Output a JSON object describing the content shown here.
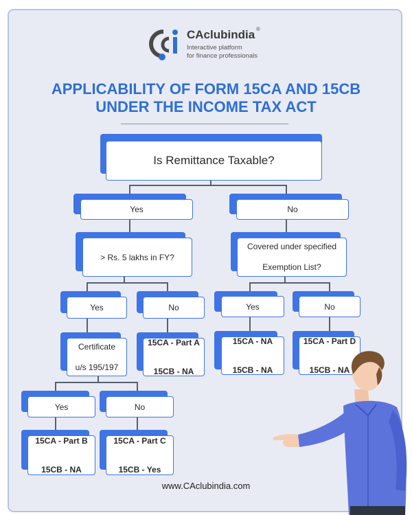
{
  "brand": {
    "name": "CAclubindia",
    "registered": "®",
    "tagline_line1": "Interactive platform",
    "tagline_line2": "for finance professionals",
    "colors": {
      "accent": "#2e6fd3",
      "node_border": "#3f74e4",
      "logo_gray": "#4a4a4a"
    }
  },
  "title": {
    "line1": "APPLICABILITY OF FORM 15CA AND 15CB",
    "line2": "UNDER THE INCOME TAX ACT"
  },
  "nodes": {
    "root": "Is Remittance Taxable?",
    "yes": "Yes",
    "no": "No",
    "lakhs": "> Rs. 5 lakhs in FY?",
    "exemption_line1": "Covered under specified",
    "exemption_line2": "Exemption List?",
    "lakhs_yes": "Yes",
    "lakhs_no": "No",
    "exempt_yes": "Yes",
    "exempt_no": "No",
    "certificate_line1": "Certificate",
    "certificate_line2": "u/s 195/197",
    "result_a_1": "15CA - Part A",
    "result_a_2": "15CB - NA",
    "result_na_1": "15CA - NA",
    "result_na_2": "15CB - NA",
    "result_d_1": "15CA - Part D",
    "result_d_2": "15CB - NA",
    "cert_yes": "Yes",
    "cert_no": "No",
    "result_b_1": "15CA - Part B",
    "result_b_2": "15CB - NA",
    "result_c_1": "15CA - Part C",
    "result_c_2": "15CB - Yes"
  },
  "footer": "www.CAclubindia.com",
  "icons": [
    "caclubindia-logo-icon",
    "presenter-person-illustration"
  ]
}
